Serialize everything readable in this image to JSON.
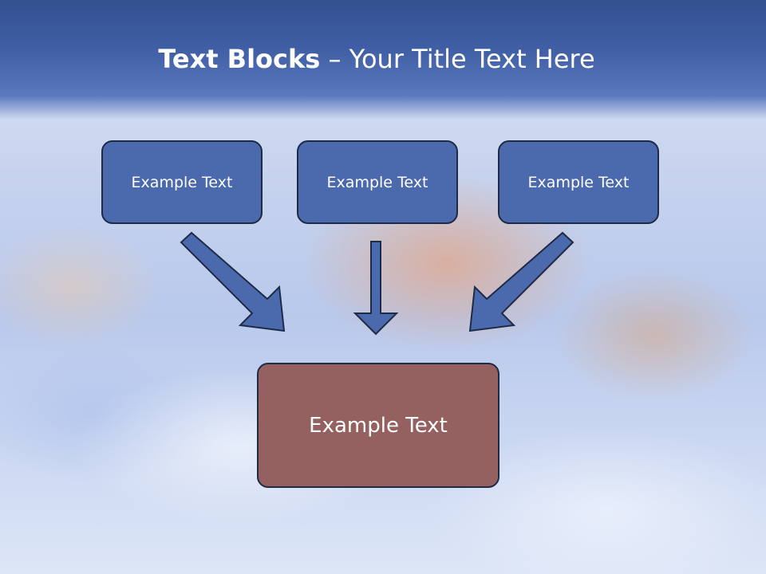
{
  "title": {
    "bold": "Text Blocks",
    "dash": " – ",
    "rest": "Your Title Text Here"
  },
  "blocks": {
    "top": [
      "Example Text",
      "Example Text",
      "Example Text"
    ],
    "bottom": "Example Text"
  },
  "colors": {
    "title_bar": "#3f5ea4",
    "top_box_fill": "#4b69ad",
    "bottom_box_fill": "#956060",
    "box_border": "#1e2b45",
    "arrow_fill": "#4b69ad"
  }
}
